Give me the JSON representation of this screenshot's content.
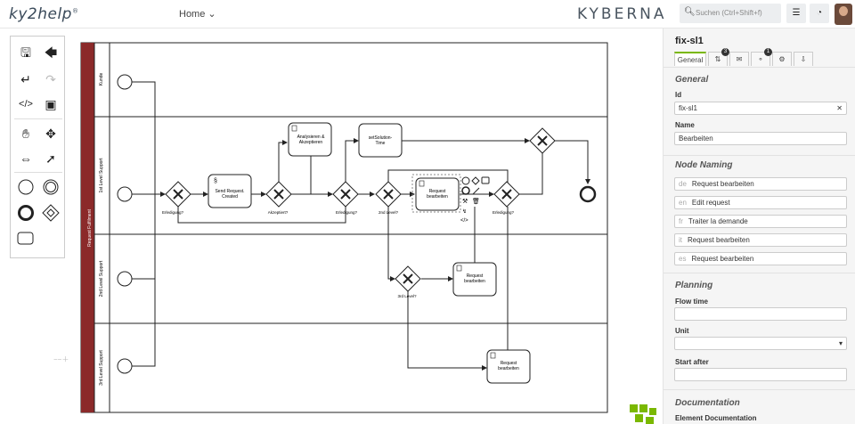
{
  "header": {
    "logo": "ky2help",
    "logo_mark": "®",
    "home": "Home",
    "home_caret": "⌄",
    "brand": "KYBERNA",
    "search_placeholder": "Suchen (Ctrl+Shift+f)"
  },
  "lanes": {
    "pool": "Request Fulfilment",
    "lane1": "Kunde",
    "lane2": "1st Level Support",
    "lane3": "2nd Level Support",
    "lane4": "3rd Level Support"
  },
  "tasks": {
    "send": "Send Request. Created",
    "send_l1": "Send Request.",
    "send_l2": "Created",
    "analyse_l1": "Analysieren &",
    "analyse_l2": "Akzeptieren",
    "setsol_l1": "setSolution-",
    "setsol_l2": "Time",
    "req1_l1": "Request",
    "req1_l2": "bearbeiten",
    "req2_l1": "Request",
    "req2_l2": "bearbeiten",
    "req3_l1": "Request",
    "req3_l2": "bearbeiten"
  },
  "gateways": {
    "g1": "Erledigung?",
    "g2": "Akzeptiert?",
    "g3": "Erledigung?",
    "g4": "2nd Level?",
    "g5": "Erledigung?",
    "g6": "3rd Level?"
  },
  "panel": {
    "title": "fix-sl1",
    "tab_general": "General",
    "badge1": "3",
    "badge2": "1",
    "general": "General",
    "id_label": "Id",
    "id_value": "fix-sl1",
    "name_label": "Name",
    "name_value": "Bearbeiten",
    "node_naming": "Node Naming",
    "naming": [
      {
        "lang": "de",
        "text": "Request bearbeiten"
      },
      {
        "lang": "en",
        "text": "Edit request"
      },
      {
        "lang": "fr",
        "text": "Traiter la demande"
      },
      {
        "lang": "it",
        "text": "Request bearbeiten"
      },
      {
        "lang": "es",
        "text": "Request bearbeiten"
      }
    ],
    "planning": "Planning",
    "flow_time_label": "Flow time",
    "flow_time_value": "",
    "unit_label": "Unit",
    "unit_value": "",
    "start_after_label": "Start after",
    "start_after_value": "",
    "documentation": "Documentation",
    "element_doc_label": "Element Documentation"
  },
  "colors": {
    "accent": "#7ab800",
    "pool_bar": "#8b2a2a"
  },
  "icons": [
    "save-icon",
    "arrow-left-icon",
    "undo-icon",
    "redo-icon",
    "code-icon",
    "image-icon",
    "hand-icon",
    "create-space-icon",
    "split-icon",
    "connect-icon",
    "start-event-icon",
    "intermediate-event-icon",
    "end-event-icon",
    "gateway-icon",
    "task-icon"
  ]
}
